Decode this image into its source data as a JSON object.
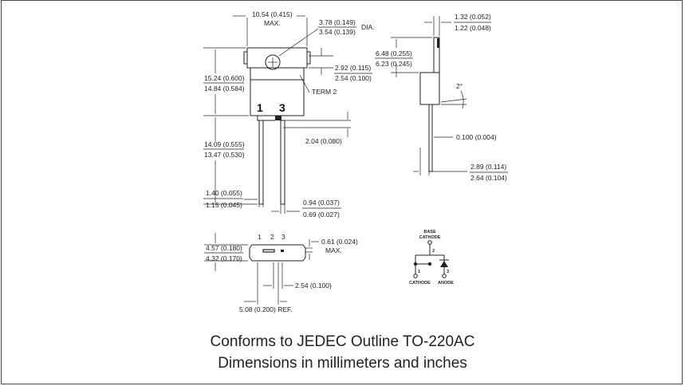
{
  "drawing": {
    "front_view": {
      "width_max": "10.54 (0.415)",
      "width_max_note": "MAX.",
      "hole_dia_max": "3.78 (0.149)",
      "hole_dia_min": "3.54 (0.139)",
      "hole_dia_note": "DIA.",
      "hole_pos_max": "2.92 (0.115)",
      "hole_pos_min": "2.54 (0.100)",
      "body_height_max": "15.24 (0.600)",
      "body_height_min": "14.84 (0.584)",
      "term_label": "TERM 2",
      "pin_label_1": "1",
      "pin_label_3": "3",
      "lead_step": "2.04 (0.080)",
      "lead_length_max": "14.09 (0.555)",
      "lead_length_min": "13.47 (0.530)",
      "lead_width_max": "1.40 (0.055)",
      "lead_width_min": "1.15 (0.045)",
      "lead_thk_max": "0.94 (0.037)",
      "lead_thk_min": "0.69 (0.027)"
    },
    "side_view": {
      "tab_thk_max": "1.32 (0.052)",
      "tab_thk_min": "1.22 (0.048)",
      "tab_len_max": "6.48 (0.255)",
      "tab_len_min": "6.23 (0.245)",
      "angle": "2°",
      "lead_bend": "0.100 (0.004)",
      "body_thk_max": "2.89 (0.114)",
      "body_thk_min": "2.64 (0.104)"
    },
    "bottom_view": {
      "pin_numbers": [
        "1",
        "2",
        "3"
      ],
      "height_max": "4.57 (0.180)",
      "height_min": "4.32 (0.170)",
      "gap_max": "0.61 (0.024)",
      "gap_note": "MAX.",
      "pitch": "2.54 (0.100)",
      "span_ref": "5.08 (0.200) REF."
    },
    "schematic": {
      "base_label_1": "BASE",
      "base_label_2": "CATHODE",
      "pin_2": "2",
      "pin_1": "1",
      "pin_3": "3",
      "cathode_label": "CATHODE",
      "anode_label": "ANODE"
    }
  },
  "caption": {
    "line1": "Conforms to JEDEC Outline TO-220AC",
    "line2": "Dimensions in millimeters and inches"
  }
}
